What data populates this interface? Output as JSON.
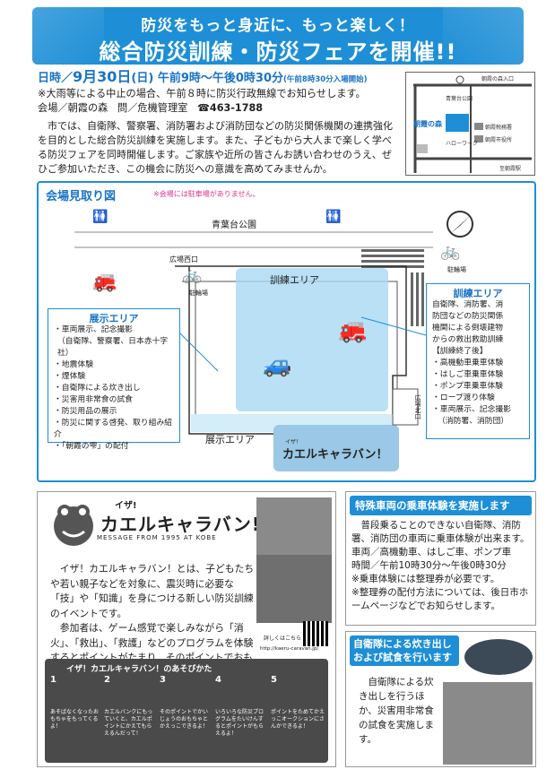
{
  "header": {
    "subtitle": "防災をもっと身近に、もっと楽しく！",
    "title": "総合防災訓練・防災フェアを開催!!"
  },
  "info": {
    "date_label": "日時／",
    "date": "9月30日",
    "weekday": "(日)",
    "time_text": "午前9時〜午後0時30分",
    "time_note": "(午前8時30分入場開始)",
    "rain_note": "※大雨等による中止の場合、午前８時に防災行政無線でお知らせします。",
    "venue": "会場／朝霞の森",
    "contact_org": "問／危機管理室",
    "phone": "☎463-1788",
    "intro": "市では、自衛隊、警察署、消防署および消防団などの防災関係機関の連携強化を目的とした総合防災訓練を実施します。また、子どもから大人まで楽しく学べる防災フェアを同時開催します。ご家族や近所の皆さんお誘い合わせのうえ、ぜひご参加いただき、この機会に防災への意識を高めてみませんか。"
  },
  "mini_map": {
    "labels": [
      "朝霞の森入口",
      "青葉台公園",
      "朝霞の森",
      "朝霞税務署",
      "朝霞市役所",
      "ハローワーク",
      "至朝霞駅"
    ]
  },
  "venue_map": {
    "title": "会場見取り図",
    "note": "※会場には駐車場がありません。",
    "park_label": "青葉台公園",
    "gate_west": "広場西口",
    "gate_north": "広場北口",
    "parking_label": "駐輪場",
    "training_area_label": "訓練エリア",
    "exhibit_area_label": "展示エリア",
    "caravan_sign": "カエルキャラバン！",
    "caravan_sign_prefix": "イザ！",
    "exhibit_callout": {
      "title": "展示エリア",
      "items": [
        "・車両展示、記念撮影",
        "（自衛隊、警察署、日本赤十字社）",
        "・地震体験",
        "・煙体験",
        "・自衛隊による炊き出し",
        "・災害用非常食の試食",
        "・防災用品の展示",
        "・防災に関する啓発、取り組み紹介",
        "・「朝霞の雫」の配付"
      ]
    },
    "training_callout": {
      "title": "訓練エリア",
      "lines": [
        "自衛隊、消防署、消",
        "防団などの防災関係",
        "機関による倒壊建物",
        "からの救出救助訓練",
        "【訓練終了後】",
        "・高機動車乗車体験",
        "・はしご車乗車体験",
        "・ポンプ車乗車体験",
        "・ロープ渡り体験",
        "・車両展示、記念撮影",
        "（消防署、消防団）"
      ]
    }
  },
  "caravan": {
    "izza": "イザ!",
    "logo_text": "カエルキャラバン!",
    "message": "MESSAGE FROM 1995 AT KOBE",
    "para1": "イザ！カエルキャラバン！とは、子どもたちや若い親子などを対象に、震災時に必要な「技」や「知識」を身につける新しい防災訓練のイベントです。",
    "para2": "参加者は、ゲーム感覚で楽しみながら「消火」、「救出」、「救護」などのプログラムを体験するとポイントがたまり、そのポイントでおもちゃと交換ができます。",
    "qr_label": "詳しくはこちら",
    "qr_url": "http://kaeru-caravan.jp/",
    "howto_title": "イザ！カエルキャラバン！のあそびかた",
    "howto_steps": [
      {
        "num": "1",
        "text": "あそばなくなったおもちゃをもってくるよ！"
      },
      {
        "num": "2",
        "text": "カエルバンクにもっていくと、カエルポイントにかえてもらえるんだって！"
      },
      {
        "num": "3",
        "text": "そのポイントでかいじょうのおもちゃとかえっこできるよ！"
      },
      {
        "num": "4",
        "text": "いろいろな防災プログラムをたいけんするとポイントがもらえるよ！"
      },
      {
        "num": "5",
        "text": "ポイントをためてかえっこオークションにさんかできるよ！"
      }
    ]
  },
  "vehicles": {
    "title": "特殊車両の乗車体験を実施します",
    "intro": "普段乗ることのできない自衛隊、消防署、消防団の車両に乗車体験が出来ます。",
    "vehicles_line": "車両／高機動車、はしご車、ポンプ車",
    "time_line": "時間／午前10時30分〜午後0時30分",
    "note1": "※乗車体験には整理券が必要です。",
    "note2": "※整理券の配付方法については、後日市ホームページなどでお知らせします。"
  },
  "meal": {
    "title": "自衛隊による炊き出しおよび試食を行います",
    "body": "自衛隊による炊き出しを行うほか、災害用非常食の試食を実施します。"
  },
  "colors": {
    "accent": "#1e8fd6",
    "area_fill": "#a9d8f2",
    "note": "#e3348a"
  }
}
